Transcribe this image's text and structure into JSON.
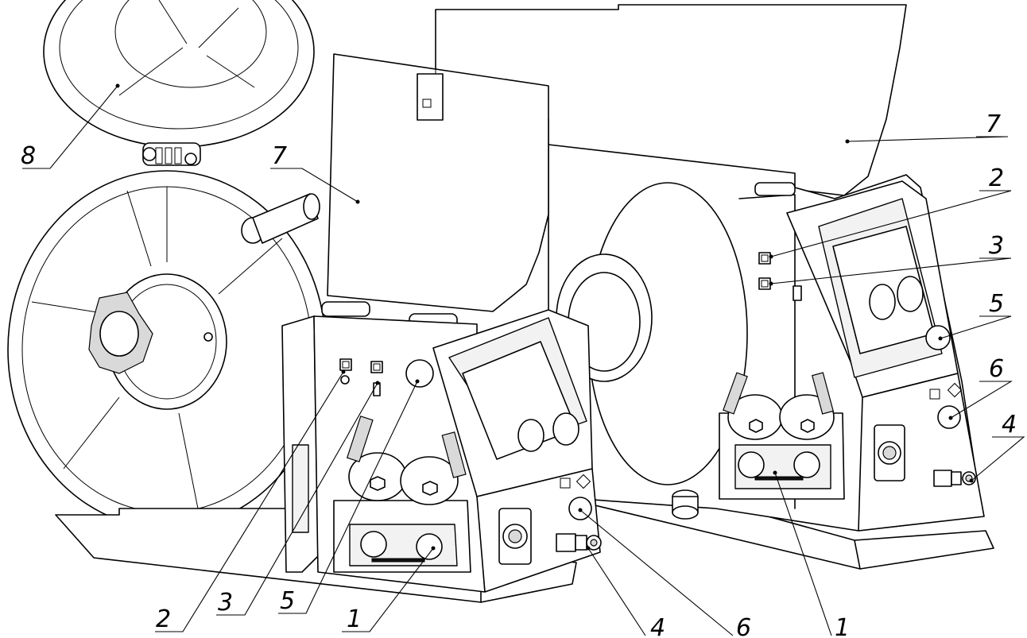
{
  "callouts": {
    "wire_spool_8": "8",
    "cover_7_left": "7",
    "cover_7_right": "7",
    "switch_2_left": "2",
    "switch_2_right": "2",
    "switch_3_left": "3",
    "switch_3_right": "3",
    "port_5_left": "5",
    "port_5_right": "5",
    "drive_1_left": "1",
    "drive_1_right": "1",
    "connector_4_left": "4",
    "connector_4_right": "4",
    "port_6_left": "6",
    "port_6_right": "6"
  }
}
